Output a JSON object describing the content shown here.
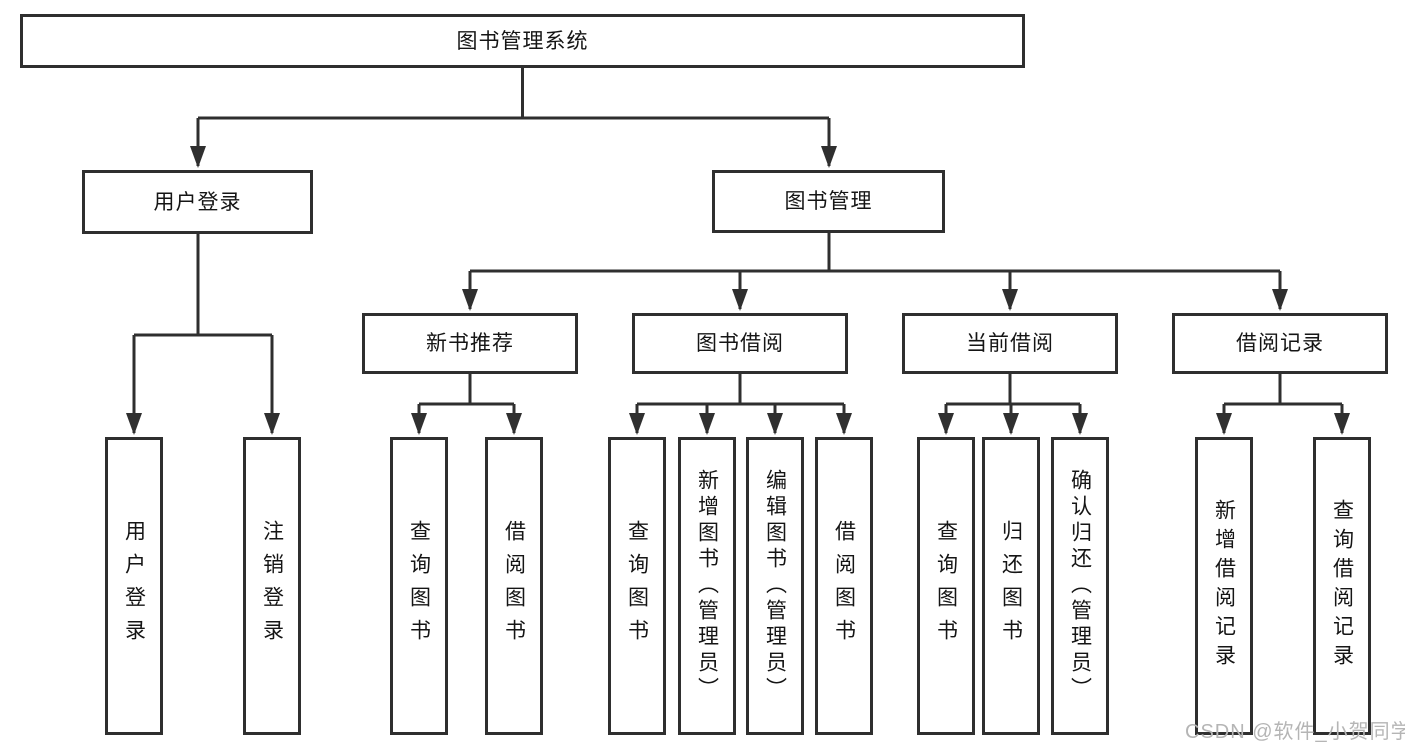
{
  "tree": {
    "root": "图书管理系统",
    "children": [
      {
        "label": "用户登录",
        "children": [
          "用户登录",
          "注销登录"
        ]
      },
      {
        "label": "图书管理",
        "children": [
          {
            "label": "新书推荐",
            "children": [
              "查询图书",
              "借阅图书"
            ]
          },
          {
            "label": "图书借阅",
            "children": [
              "查询图书",
              "新增图书（管理员）",
              "编辑图书（管理员）",
              "借阅图书"
            ]
          },
          {
            "label": "当前借阅",
            "children": [
              "查询图书",
              "归还图书",
              "确认归还（管理员）"
            ]
          },
          {
            "label": "借阅记录",
            "children": [
              "新增借阅记录",
              "查询借阅记录"
            ]
          }
        ]
      }
    ]
  },
  "watermark": {
    "text": "CSDN @软件_小贺同学"
  },
  "colors": {
    "line": "#2f2f2f",
    "text": "#151515",
    "watermark": "#b5b5b5",
    "background": "#ffffff"
  }
}
